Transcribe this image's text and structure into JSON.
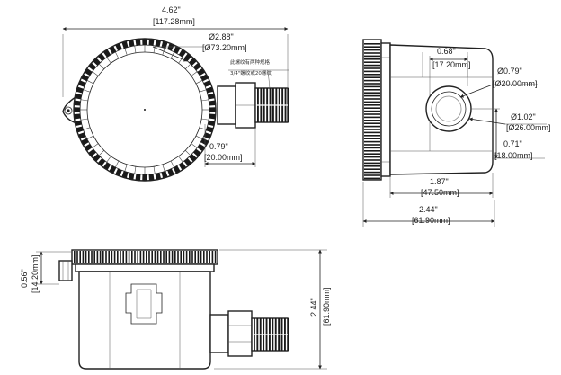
{
  "dimensions": {
    "top_width_in": "4.62\"",
    "top_width_mm": "[117.28mm]",
    "circle_dia_in": "Ø2.88\"",
    "circle_dia_mm": "[Ø73.20mm]",
    "nozzle_len_in": "0.79\"",
    "nozzle_len_mm": "[20.00mm]",
    "side_offset_in": "0.68\"",
    "side_offset_mm": "[17.20mm]",
    "port_small_dia_in": "Ø0.79\"",
    "port_small_dia_mm": "[Ø20.00mm]",
    "port_large_dia_in": "Ø1.02\"",
    "port_large_dia_mm": "[Ø26.00mm]",
    "port_height_in": "0.71\"",
    "port_height_mm": "[18.00mm]",
    "body_depth_in": "1.87\"",
    "body_depth_mm": "[47.50mm]",
    "total_depth_in": "2.44\"",
    "total_depth_mm": "[61.90mm]",
    "lid_height_in": "0.56\"",
    "lid_height_mm": "[14.20mm]",
    "front_height_in": "2.44\"",
    "front_height_mm": "[61.90mm]"
  },
  "notes": {
    "thread_line1": "此螺纹有两种规格",
    "thread_line2": "3/4\"螺纹或20螺纹"
  }
}
